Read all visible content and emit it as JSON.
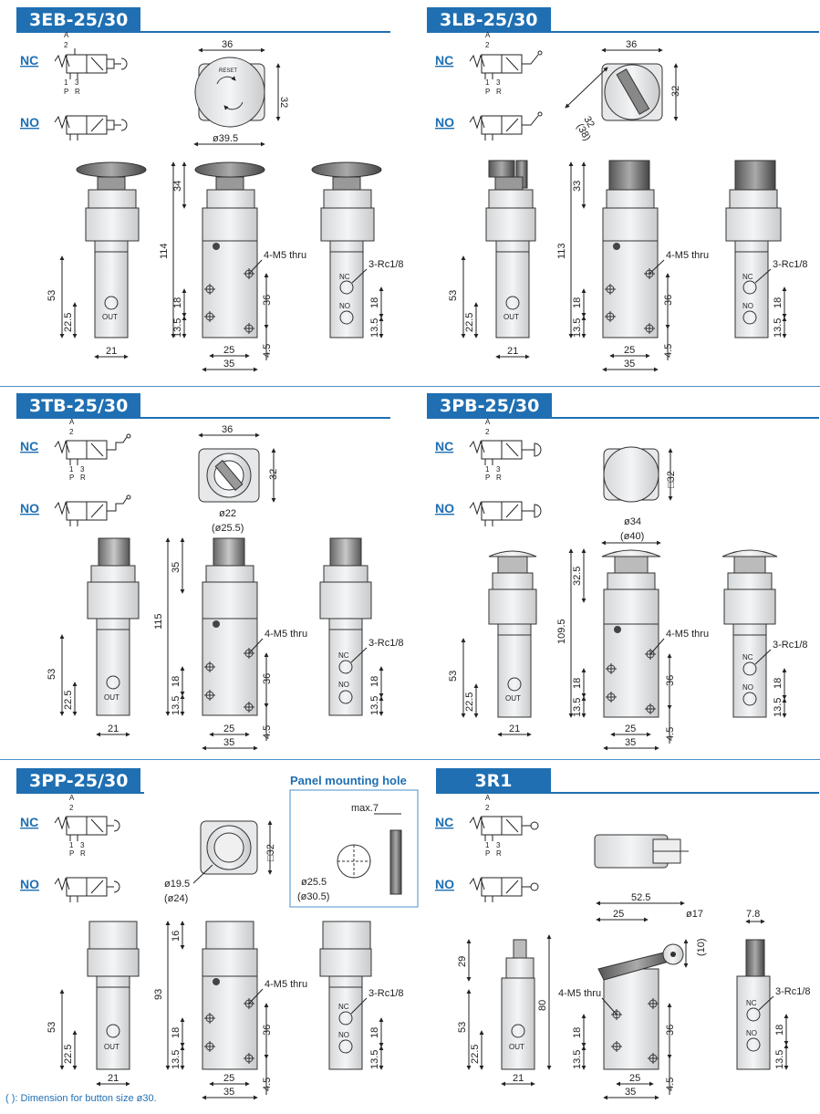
{
  "sections": [
    {
      "id": "3eb",
      "title": "3EB-25/30"
    },
    {
      "id": "3lb",
      "title": "3LB-25/30"
    },
    {
      "id": "3tb",
      "title": "3TB-25/30"
    },
    {
      "id": "3pb",
      "title": "3PB-25/30"
    },
    {
      "id": "3pp",
      "title": "3PP-25/30"
    },
    {
      "id": "3r1",
      "title": "3R1"
    }
  ],
  "symbols": {
    "nc": "NC",
    "no": "NO",
    "a": "A",
    "two": "2",
    "one": "1",
    "three": "3",
    "p": "P",
    "r": "R"
  },
  "labels": {
    "out": "OUT",
    "nc_port": "NC",
    "no_port": "NO",
    "m5": "4-M5 thru",
    "rc": "3-Rc1/8",
    "reset": "RESET"
  },
  "dims": {
    "d36": "36",
    "d32": "32",
    "d39_5": "ø39.5",
    "d34": "34",
    "d114": "114",
    "d53": "53",
    "d22_5": "22.5",
    "d21": "21",
    "d18": "18",
    "d13_5": "13.5",
    "d25": "25",
    "d35": "35",
    "d4_5": "4.5",
    "d33": "33",
    "d113": "113",
    "d38": "(38)",
    "d32b": "32",
    "d22": "ø22",
    "d25_5": "(ø25.5)",
    "d35b": "35",
    "d115": "115",
    "dsq32": "□32",
    "d34b": "ø34",
    "d40": "(ø40)",
    "d32_5": "32.5",
    "d109_5": "109.5",
    "d19_5": "ø19.5",
    "d24": "(ø24)",
    "d16": "16",
    "d93": "93",
    "d52_5": "52.5",
    "d17": "ø17",
    "d10": "(10)",
    "d7_8": "7.8",
    "d29": "29",
    "d80": "80",
    "max7": "max.7",
    "dh25_5": "ø25.5",
    "dh30_5": "(ø30.5)"
  },
  "panel_hole": {
    "title": "Panel mounting hole"
  },
  "footnote": "( ): Dimension for button size ø30."
}
